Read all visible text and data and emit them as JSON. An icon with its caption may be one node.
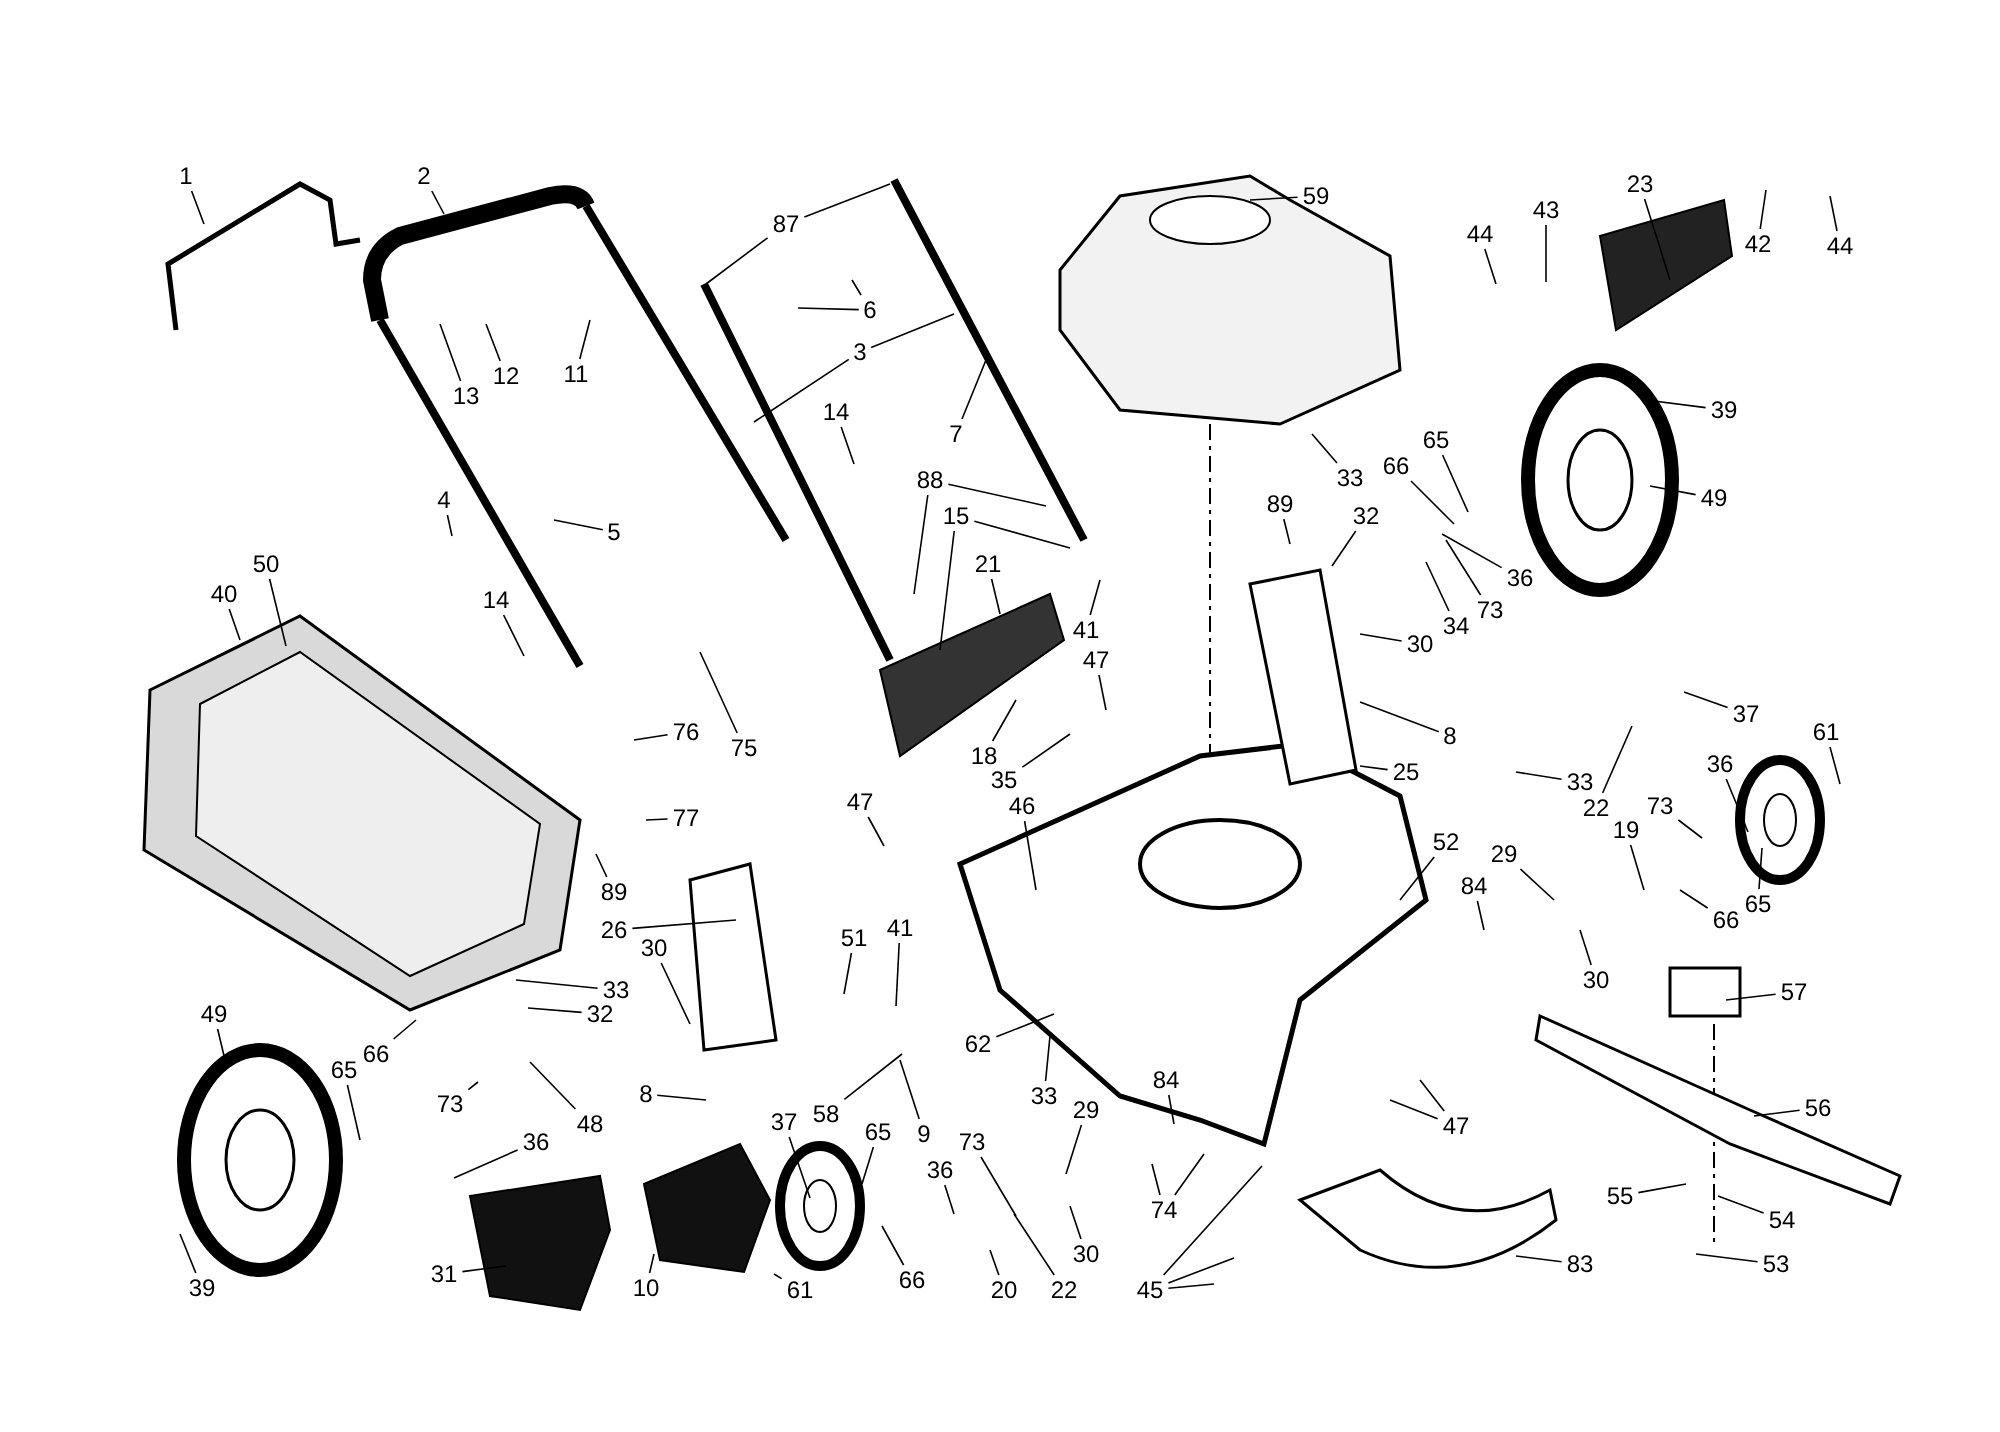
{
  "diagram": {
    "nodes": [
      {
        "text": [
          "1"
        ]
      },
      {
        "text": [
          "2"
        ]
      },
      {
        "text": [
          "23"
        ]
      },
      {
        "text": [
          "59"
        ]
      },
      {
        "text": [
          "43"
        ]
      },
      {
        "text": [
          "87"
        ]
      },
      {
        "text": [
          "44"
        ]
      },
      {
        "text": [
          "42"
        ]
      },
      {
        "text": [
          "44"
        ]
      },
      {
        "text": [
          "6"
        ]
      },
      {
        "text": [
          "3"
        ]
      },
      {
        "text": [
          "12"
        ]
      },
      {
        "text": [
          "11"
        ]
      },
      {
        "text": [
          "13"
        ]
      },
      {
        "text": [
          "39"
        ]
      },
      {
        "text": [
          "14"
        ]
      },
      {
        "text": [
          "7"
        ]
      },
      {
        "text": [
          "65"
        ]
      },
      {
        "text": [
          "66"
        ]
      },
      {
        "text": [
          "33"
        ]
      },
      {
        "text": [
          "88"
        ]
      },
      {
        "text": [
          "49"
        ]
      },
      {
        "text": [
          "4"
        ]
      },
      {
        "text": [
          "89"
        ]
      },
      {
        "text": [
          "32"
        ]
      },
      {
        "text": [
          "15"
        ]
      },
      {
        "text": [
          "5"
        ]
      },
      {
        "text": [
          "50"
        ]
      },
      {
        "text": [
          "21"
        ]
      },
      {
        "text": [
          "36"
        ]
      },
      {
        "text": [
          "40"
        ]
      },
      {
        "text": [
          "14"
        ]
      },
      {
        "text": [
          "73"
        ]
      },
      {
        "text": [
          "34"
        ]
      },
      {
        "text": [
          "41"
        ]
      },
      {
        "text": [
          "30"
        ]
      },
      {
        "text": [
          "47"
        ]
      },
      {
        "text": [
          "37"
        ]
      },
      {
        "text": [
          "76"
        ]
      },
      {
        "text": [
          "61"
        ]
      },
      {
        "text": [
          "8"
        ]
      },
      {
        "text": [
          "75"
        ]
      },
      {
        "text": [
          "18"
        ]
      },
      {
        "text": [
          "36"
        ]
      },
      {
        "text": [
          "25"
        ]
      },
      {
        "text": [
          "35"
        ]
      },
      {
        "text": [
          "33"
        ]
      },
      {
        "text": [
          "47"
        ]
      },
      {
        "text": [
          "46"
        ]
      },
      {
        "text": [
          "73"
        ]
      },
      {
        "text": [
          "22"
        ]
      },
      {
        "text": [
          "77"
        ]
      },
      {
        "text": [
          "19"
        ]
      },
      {
        "text": [
          "52"
        ]
      },
      {
        "text": [
          "29"
        ]
      },
      {
        "text": [
          "84"
        ]
      },
      {
        "text": [
          "89"
        ]
      },
      {
        "text": [
          "65"
        ]
      },
      {
        "text": [
          "66"
        ]
      },
      {
        "text": [
          "41"
        ]
      },
      {
        "text": [
          "26"
        ]
      },
      {
        "text": [
          "51"
        ]
      },
      {
        "text": [
          "30"
        ]
      },
      {
        "text": [
          "30"
        ]
      },
      {
        "text": [
          "33"
        ]
      },
      {
        "text": [
          "57"
        ]
      },
      {
        "text": [
          "49"
        ]
      },
      {
        "text": [
          "32"
        ]
      },
      {
        "text": [
          "62"
        ]
      },
      {
        "text": [
          "66"
        ]
      },
      {
        "text": [
          "65"
        ]
      },
      {
        "text": [
          "84"
        ]
      },
      {
        "text": [
          "8"
        ]
      },
      {
        "text": [
          "33"
        ]
      },
      {
        "text": [
          "73"
        ]
      },
      {
        "text": [
          "56"
        ]
      },
      {
        "text": [
          "29"
        ]
      },
      {
        "text": [
          "58"
        ]
      },
      {
        "text": [
          "37"
        ]
      },
      {
        "text": [
          "48"
        ]
      },
      {
        "text": [
          "47"
        ]
      },
      {
        "text": [
          "65"
        ]
      },
      {
        "text": [
          "9"
        ]
      },
      {
        "text": [
          "36"
        ]
      },
      {
        "text": [
          "73"
        ]
      },
      {
        "text": [
          "36"
        ]
      },
      {
        "text": [
          "55"
        ]
      },
      {
        "text": [
          "74"
        ]
      },
      {
        "text": [
          "54"
        ]
      },
      {
        "text": [
          "30"
        ]
      },
      {
        "text": [
          "83"
        ]
      },
      {
        "text": [
          "53"
        ]
      },
      {
        "text": [
          "31"
        ]
      },
      {
        "text": [
          "66"
        ]
      },
      {
        "text": [
          "39"
        ]
      },
      {
        "text": [
          "10"
        ]
      },
      {
        "text": [
          "61"
        ]
      },
      {
        "text": [
          "20"
        ]
      },
      {
        "text": [
          "22"
        ]
      },
      {
        "text": [
          "45"
        ]
      }
    ],
    "edges": [
      {
        "from": 0,
        "to": null,
        "arrow": "none"
      },
      {
        "from": 1,
        "to": null,
        "arrow": "none"
      },
      {
        "from": 2,
        "to": null,
        "arrow": "none"
      },
      {
        "from": 3,
        "to": null,
        "arrow": "none"
      },
      {
        "from": 4,
        "to": null,
        "arrow": "none"
      },
      {
        "from": 5,
        "to": null,
        "arrow": "none"
      },
      {
        "from": 5,
        "to": null,
        "arrow": "none"
      },
      {
        "from": 6,
        "to": null,
        "arrow": "none"
      },
      {
        "from": 7,
        "to": null,
        "arrow": "none"
      },
      {
        "from": 8,
        "to": null,
        "arrow": "none"
      },
      {
        "from": 9,
        "to": null,
        "arrow": "none"
      },
      {
        "from": 9,
        "to": null,
        "arrow": "none"
      },
      {
        "from": 10,
        "to": null,
        "arrow": "none"
      },
      {
        "from": 10,
        "to": null,
        "arrow": "none"
      },
      {
        "from": 11,
        "to": null,
        "arrow": "none"
      },
      {
        "from": 12,
        "to": null,
        "arrow": "none"
      },
      {
        "from": 13,
        "to": null,
        "arrow": "none"
      },
      {
        "from": 14,
        "to": null,
        "arrow": "none"
      },
      {
        "from": 15,
        "to": null,
        "arrow": "none"
      },
      {
        "from": 16,
        "to": null,
        "arrow": "none"
      },
      {
        "from": 17,
        "to": null,
        "arrow": "none"
      },
      {
        "from": 18,
        "to": null,
        "arrow": "none"
      },
      {
        "from": 19,
        "to": null,
        "arrow": "none"
      },
      {
        "from": 20,
        "to": null,
        "arrow": "none"
      },
      {
        "from": 20,
        "to": null,
        "arrow": "none"
      },
      {
        "from": 21,
        "to": null,
        "arrow": "none"
      },
      {
        "from": 22,
        "to": null,
        "arrow": "none"
      },
      {
        "from": 23,
        "to": null,
        "arrow": "none"
      },
      {
        "from": 24,
        "to": null,
        "arrow": "none"
      },
      {
        "from": 25,
        "to": null,
        "arrow": "none"
      },
      {
        "from": 25,
        "to": null,
        "arrow": "none"
      },
      {
        "from": 26,
        "to": null,
        "arrow": "none"
      },
      {
        "from": 27,
        "to": null,
        "arrow": "none"
      },
      {
        "from": 28,
        "to": null,
        "arrow": "none"
      },
      {
        "from": 29,
        "to": null,
        "arrow": "none"
      },
      {
        "from": 30,
        "to": null,
        "arrow": "none"
      },
      {
        "from": 31,
        "to": null,
        "arrow": "none"
      },
      {
        "from": 32,
        "to": null,
        "arrow": "none"
      },
      {
        "from": 33,
        "to": null,
        "arrow": "none"
      },
      {
        "from": 34,
        "to": null,
        "arrow": "none"
      },
      {
        "from": 35,
        "to": null,
        "arrow": "none"
      },
      {
        "from": 36,
        "to": null,
        "arrow": "none"
      },
      {
        "from": 37,
        "to": null,
        "arrow": "none"
      },
      {
        "from": 38,
        "to": null,
        "arrow": "none"
      },
      {
        "from": 39,
        "to": null,
        "arrow": "none"
      },
      {
        "from": 40,
        "to": null,
        "arrow": "none"
      },
      {
        "from": 41,
        "to": null,
        "arrow": "none"
      },
      {
        "from": 42,
        "to": null,
        "arrow": "none"
      },
      {
        "from": 43,
        "to": null,
        "arrow": "none"
      },
      {
        "from": 44,
        "to": null,
        "arrow": "none"
      },
      {
        "from": 45,
        "to": null,
        "arrow": "none"
      },
      {
        "from": 46,
        "to": null,
        "arrow": "none"
      },
      {
        "from": 47,
        "to": null,
        "arrow": "none"
      },
      {
        "from": 48,
        "to": null,
        "arrow": "none"
      },
      {
        "from": 49,
        "to": null,
        "arrow": "none"
      },
      {
        "from": 50,
        "to": null,
        "arrow": "none"
      },
      {
        "from": 51,
        "to": null,
        "arrow": "none"
      },
      {
        "from": 52,
        "to": null,
        "arrow": "none"
      },
      {
        "from": 53,
        "to": null,
        "arrow": "none"
      },
      {
        "from": 54,
        "to": null,
        "arrow": "none"
      },
      {
        "from": 55,
        "to": null,
        "arrow": "none"
      },
      {
        "from": 56,
        "to": null,
        "arrow": "none"
      },
      {
        "from": 57,
        "to": null,
        "arrow": "none"
      },
      {
        "from": 58,
        "to": null,
        "arrow": "none"
      },
      {
        "from": 59,
        "to": null,
        "arrow": "none"
      },
      {
        "from": 60,
        "to": null,
        "arrow": "none"
      },
      {
        "from": 61,
        "to": null,
        "arrow": "none"
      },
      {
        "from": 62,
        "to": null,
        "arrow": "none"
      },
      {
        "from": 63,
        "to": null,
        "arrow": "none"
      },
      {
        "from": 64,
        "to": null,
        "arrow": "none"
      },
      {
        "from": 65,
        "to": null,
        "arrow": "none"
      },
      {
        "from": 66,
        "to": null,
        "arrow": "none"
      },
      {
        "from": 67,
        "to": null,
        "arrow": "none"
      },
      {
        "from": 68,
        "to": null,
        "arrow": "none"
      },
      {
        "from": 69,
        "to": null,
        "arrow": "none"
      },
      {
        "from": 70,
        "to": null,
        "arrow": "none"
      },
      {
        "from": 71,
        "to": null,
        "arrow": "none"
      },
      {
        "from": 72,
        "to": null,
        "arrow": "none"
      },
      {
        "from": 73,
        "to": null,
        "arrow": "none"
      },
      {
        "from": 74,
        "to": null,
        "arrow": "none"
      },
      {
        "from": 75,
        "to": null,
        "arrow": "none"
      },
      {
        "from": 76,
        "to": null,
        "arrow": "none"
      },
      {
        "from": 77,
        "to": null,
        "arrow": "none"
      },
      {
        "from": 78,
        "to": null,
        "arrow": "none"
      },
      {
        "from": 79,
        "to": null,
        "arrow": "none"
      },
      {
        "from": 80,
        "to": null,
        "arrow": "none"
      },
      {
        "from": 80,
        "to": null,
        "arrow": "none"
      },
      {
        "from": 81,
        "to": null,
        "arrow": "none"
      },
      {
        "from": 82,
        "to": null,
        "arrow": "none"
      },
      {
        "from": 83,
        "to": null,
        "arrow": "none"
      },
      {
        "from": 84,
        "to": null,
        "arrow": "none"
      },
      {
        "from": 85,
        "to": null,
        "arrow": "none"
      },
      {
        "from": 86,
        "to": null,
        "arrow": "none"
      },
      {
        "from": 87,
        "to": null,
        "arrow": "none"
      },
      {
        "from": 87,
        "to": null,
        "arrow": "none"
      },
      {
        "from": 88,
        "to": null,
        "arrow": "none"
      },
      {
        "from": 89,
        "to": null,
        "arrow": "none"
      },
      {
        "from": 90,
        "to": null,
        "arrow": "none"
      },
      {
        "from": 91,
        "to": null,
        "arrow": "none"
      },
      {
        "from": 92,
        "to": null,
        "arrow": "none"
      },
      {
        "from": 93,
        "to": null,
        "arrow": "none"
      },
      {
        "from": 94,
        "to": null,
        "arrow": "none"
      },
      {
        "from": 95,
        "to": null,
        "arrow": "none"
      },
      {
        "from": 96,
        "to": null,
        "arrow": "none"
      },
      {
        "from": 97,
        "to": null,
        "arrow": "none"
      },
      {
        "from": 98,
        "to": null,
        "arrow": "none"
      },
      {
        "from": 99,
        "to": null,
        "arrow": "none"
      },
      {
        "from": 99,
        "to": null,
        "arrow": "none"
      },
      {
        "from": 99,
        "to": null,
        "arrow": "none"
      }
    ]
  }
}
